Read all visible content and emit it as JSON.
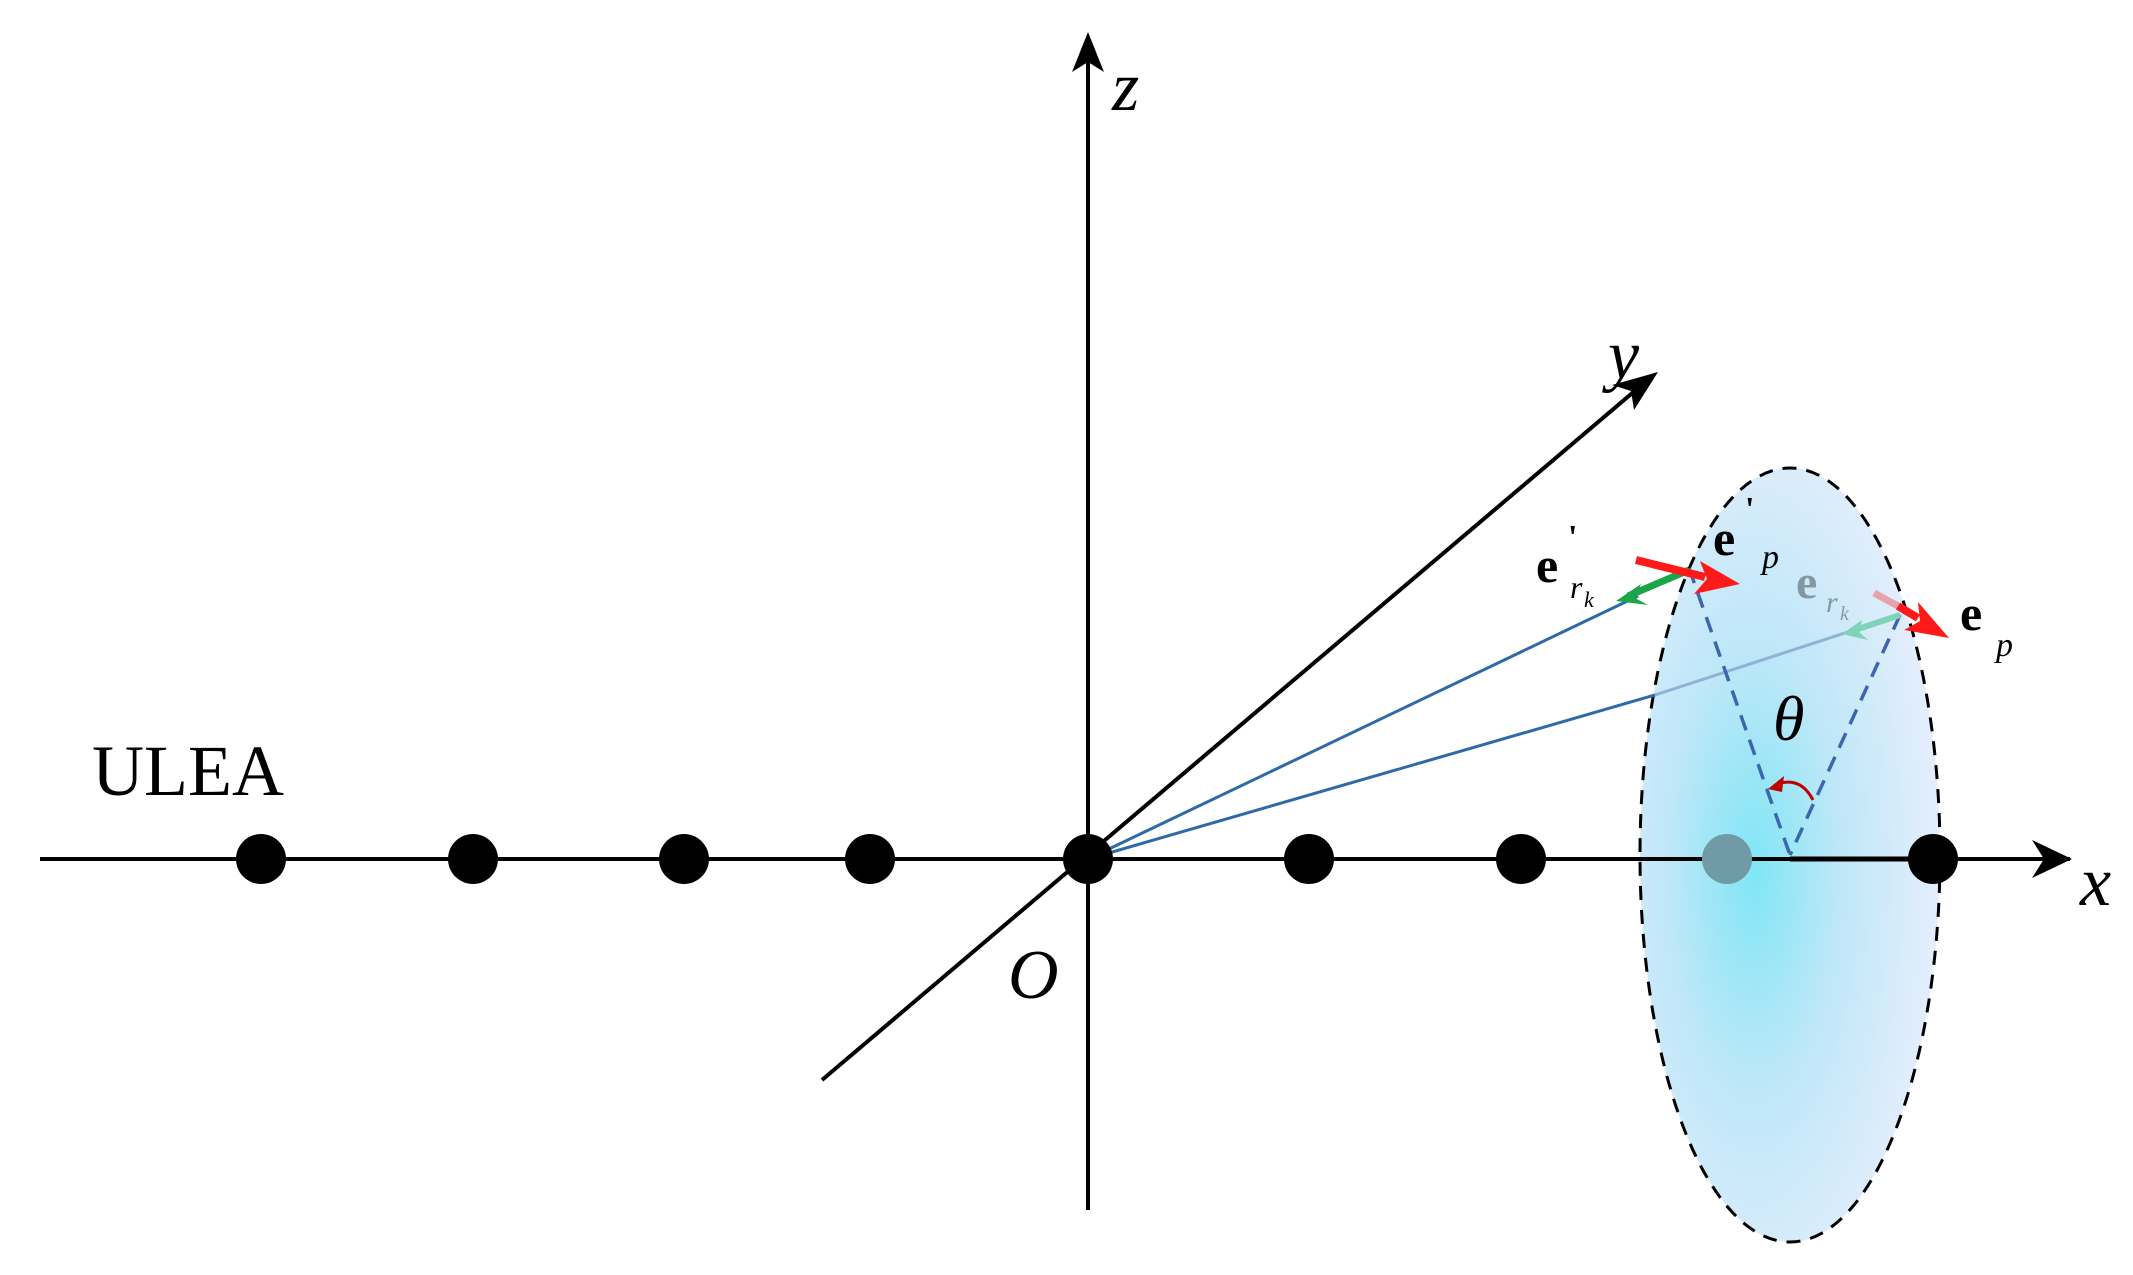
{
  "labels": {
    "array_name": "ULEA",
    "axis_x": "x",
    "axis_y": "y",
    "axis_z": "z",
    "origin": "O",
    "angle": "θ",
    "vec_e_main": "e",
    "prime": "'",
    "sub_r": "r",
    "sub_k": "k",
    "sub_p": "p"
  },
  "colors": {
    "axis": "#000000",
    "element": "#000000",
    "ray": "#2e6aa8",
    "dashed_triangle": "#3c66b0",
    "polarization_arrow": "#ff1a1a",
    "radial_arrow": "#1aa548",
    "ellipse_fill_center": "#7fe6f5",
    "ellipse_fill_edge": "#e3eefc",
    "rotation_arrow": "#c00000"
  },
  "icons": {
    "rotation": "curved-arrow-icon"
  }
}
